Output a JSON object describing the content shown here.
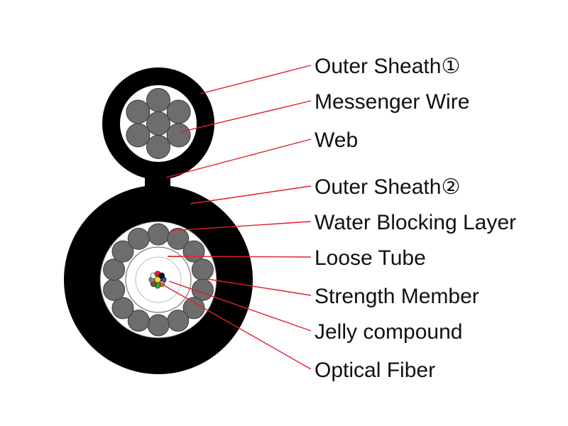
{
  "diagram": {
    "labels": [
      {
        "id": "outer-sheath-1",
        "text": "Outer Sheath①"
      },
      {
        "id": "messenger-wire",
        "text": "Messenger Wire"
      },
      {
        "id": "web",
        "text": "Web"
      },
      {
        "id": "outer-sheath-2",
        "text": "Outer Sheath②"
      },
      {
        "id": "water-blocking-layer",
        "text": "Water Blocking Layer"
      },
      {
        "id": "loose-tube",
        "text": "Loose Tube"
      },
      {
        "id": "strength-member",
        "text": "Strength Member"
      },
      {
        "id": "jelly-compound",
        "text": "Jelly compound"
      },
      {
        "id": "optical-fiber",
        "text": "Optical Fiber"
      }
    ],
    "colors": {
      "sheath": "#000000",
      "wire": "#6d6d6d",
      "wire_stroke": "#3a3a3a",
      "filler": "#ffffff",
      "leader_line": "#e0202a",
      "fiber_colors": [
        "#1e4fd8",
        "#f08a1e",
        "#2aa84a",
        "#8b4a1e",
        "#808080",
        "#ffffff",
        "#e0202a",
        "#111111",
        "#f2e21e",
        "#8a2be2",
        "#ff69b4",
        "#20c0d0"
      ]
    }
  }
}
